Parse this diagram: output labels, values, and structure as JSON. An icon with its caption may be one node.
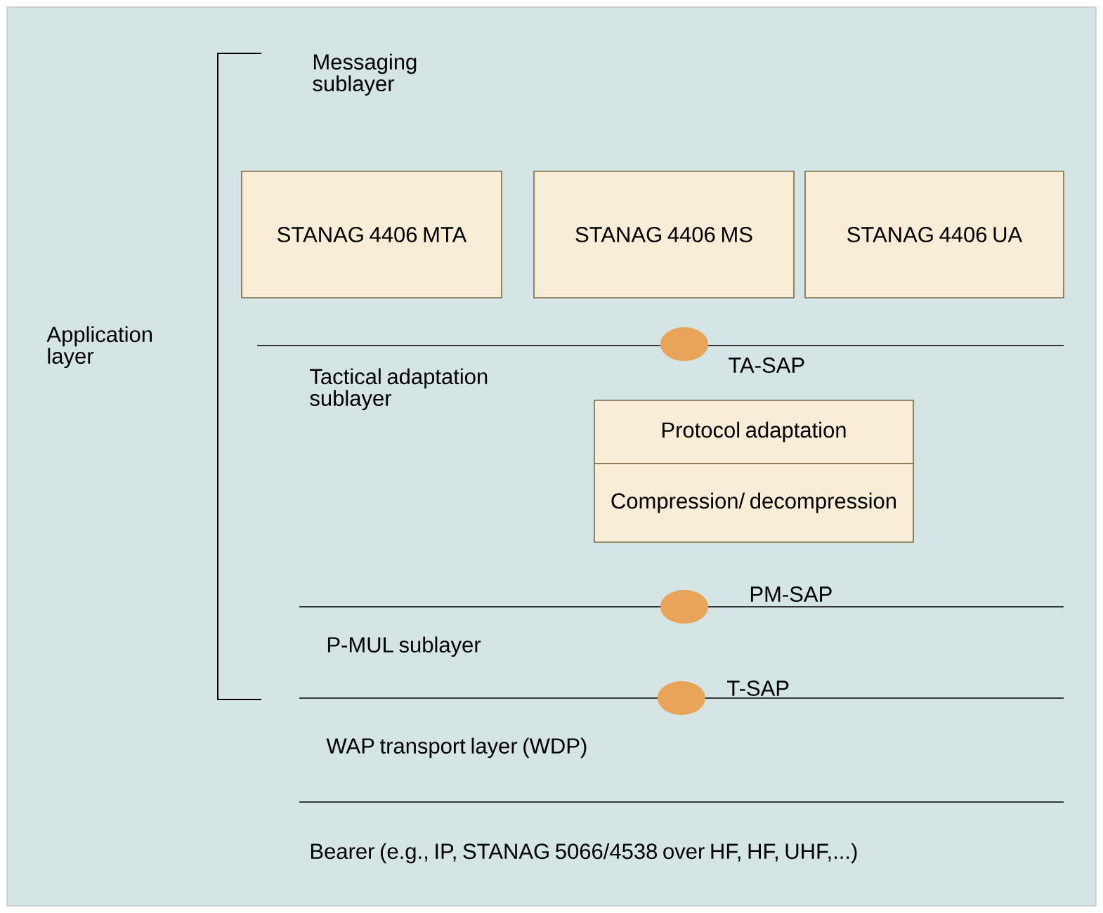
{
  "diagram": {
    "nodes": [
      {
        "text": [
          "STANAG 4406 MTA"
        ]
      },
      {
        "text": [
          "STANAG 4406 MS"
        ]
      },
      {
        "text": [
          "STANAG 4406 UA"
        ]
      },
      {
        "text": [],
        "shape": "circle",
        "beside": [
          "TA-SAP"
        ]
      },
      {
        "text": [
          "Protocol adaptation"
        ]
      },
      {
        "text": [
          "Compression/ decompression"
        ]
      },
      {
        "text": [],
        "shape": "circle",
        "beside": [
          "PM-SAP"
        ]
      },
      {
        "text": [],
        "shape": "circle",
        "beside": [
          "T-SAP"
        ]
      }
    ],
    "edges": [],
    "labels": [
      "Messaging sublayer",
      "Application layer",
      "Tactical adaptation sublayer",
      "P-MUL sublayer",
      "WAP transport layer (WDP)",
      "Bearer (e.g., IP, STANAG 5066/4538 over HF, HF, UHF,...)"
    ]
  }
}
